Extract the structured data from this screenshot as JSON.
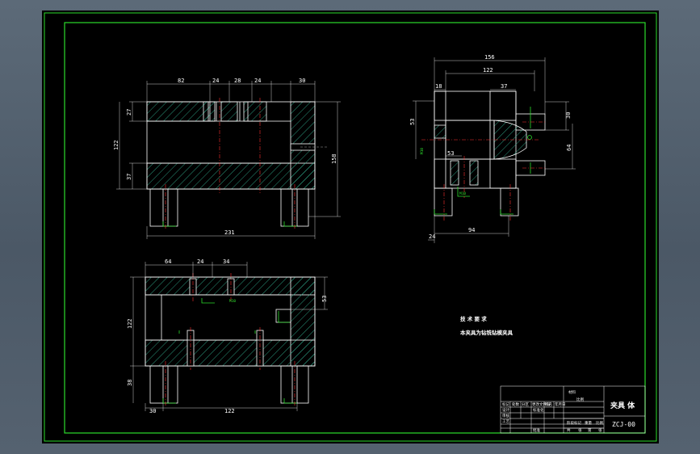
{
  "colors": {
    "background": "#000000",
    "frame": "#2bdc2b",
    "line": "#ffffff",
    "hatch": "#2fa88a",
    "centerline": "#ff3030",
    "desktop": "#536170"
  },
  "front_view": {
    "dims": [
      "82",
      "24",
      "28",
      "24",
      "30",
      "27",
      "122",
      "158",
      "37",
      "231"
    ]
  },
  "side_view": {
    "dims": [
      "156",
      "122",
      "18",
      "37",
      "30",
      "53",
      "64",
      "M10",
      "53",
      "M10",
      "24",
      "94"
    ]
  },
  "top_view": {
    "dims": [
      "64",
      "24",
      "34",
      "M10",
      "53",
      "122",
      "38",
      "30",
      "122"
    ]
  },
  "technical_requirements": {
    "heading": "技 术 要 求",
    "line1": "本夹具为钻铣钻模夹具"
  },
  "title_block": {
    "part_name": "夹具 体",
    "drawing_number": "ZCJ-00",
    "cells": [
      "材料",
      "比例",
      "标记",
      "处数",
      "分区",
      "更改文件号",
      "签名",
      "年月日",
      "设计",
      "标准化",
      "审核",
      "工艺",
      "批准",
      "阶段标记",
      "重量",
      "比例",
      "共",
      "张",
      "第",
      "张"
    ]
  }
}
